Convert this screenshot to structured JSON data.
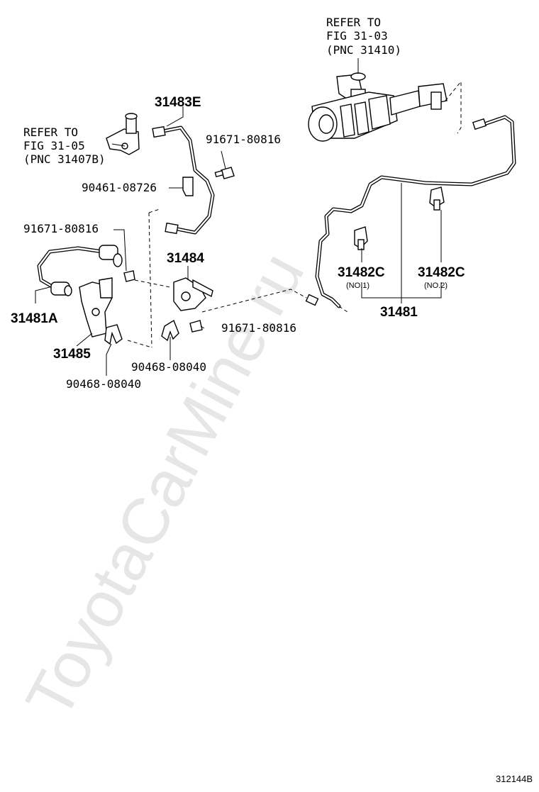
{
  "watermark": "ToyotaCarMine.ru",
  "figure_id": "312144B",
  "refer_top": {
    "line1": "REFER TO",
    "line2": "FIG 31-03",
    "line3": "(PNC 31410)"
  },
  "refer_left": {
    "line1": "REFER TO",
    "line2": "FIG 31-05",
    "line3": "(PNC 31407B)"
  },
  "parts": {
    "p31483E": "31483E",
    "p91671_a": "91671-80816",
    "p90461": "90461-08726",
    "p91671_b": "91671-80816",
    "p31484": "31484",
    "p31481A": "31481A",
    "p31485": "31485",
    "p91671_c": "91671-80816",
    "p90468_a": "90468-08040",
    "p90468_b": "90468-08040",
    "p31482C_1": "31482C",
    "p31482C_2": "31482C",
    "no1": "(NO.1)",
    "no2": "(NO.2)",
    "p31481": "31481"
  }
}
